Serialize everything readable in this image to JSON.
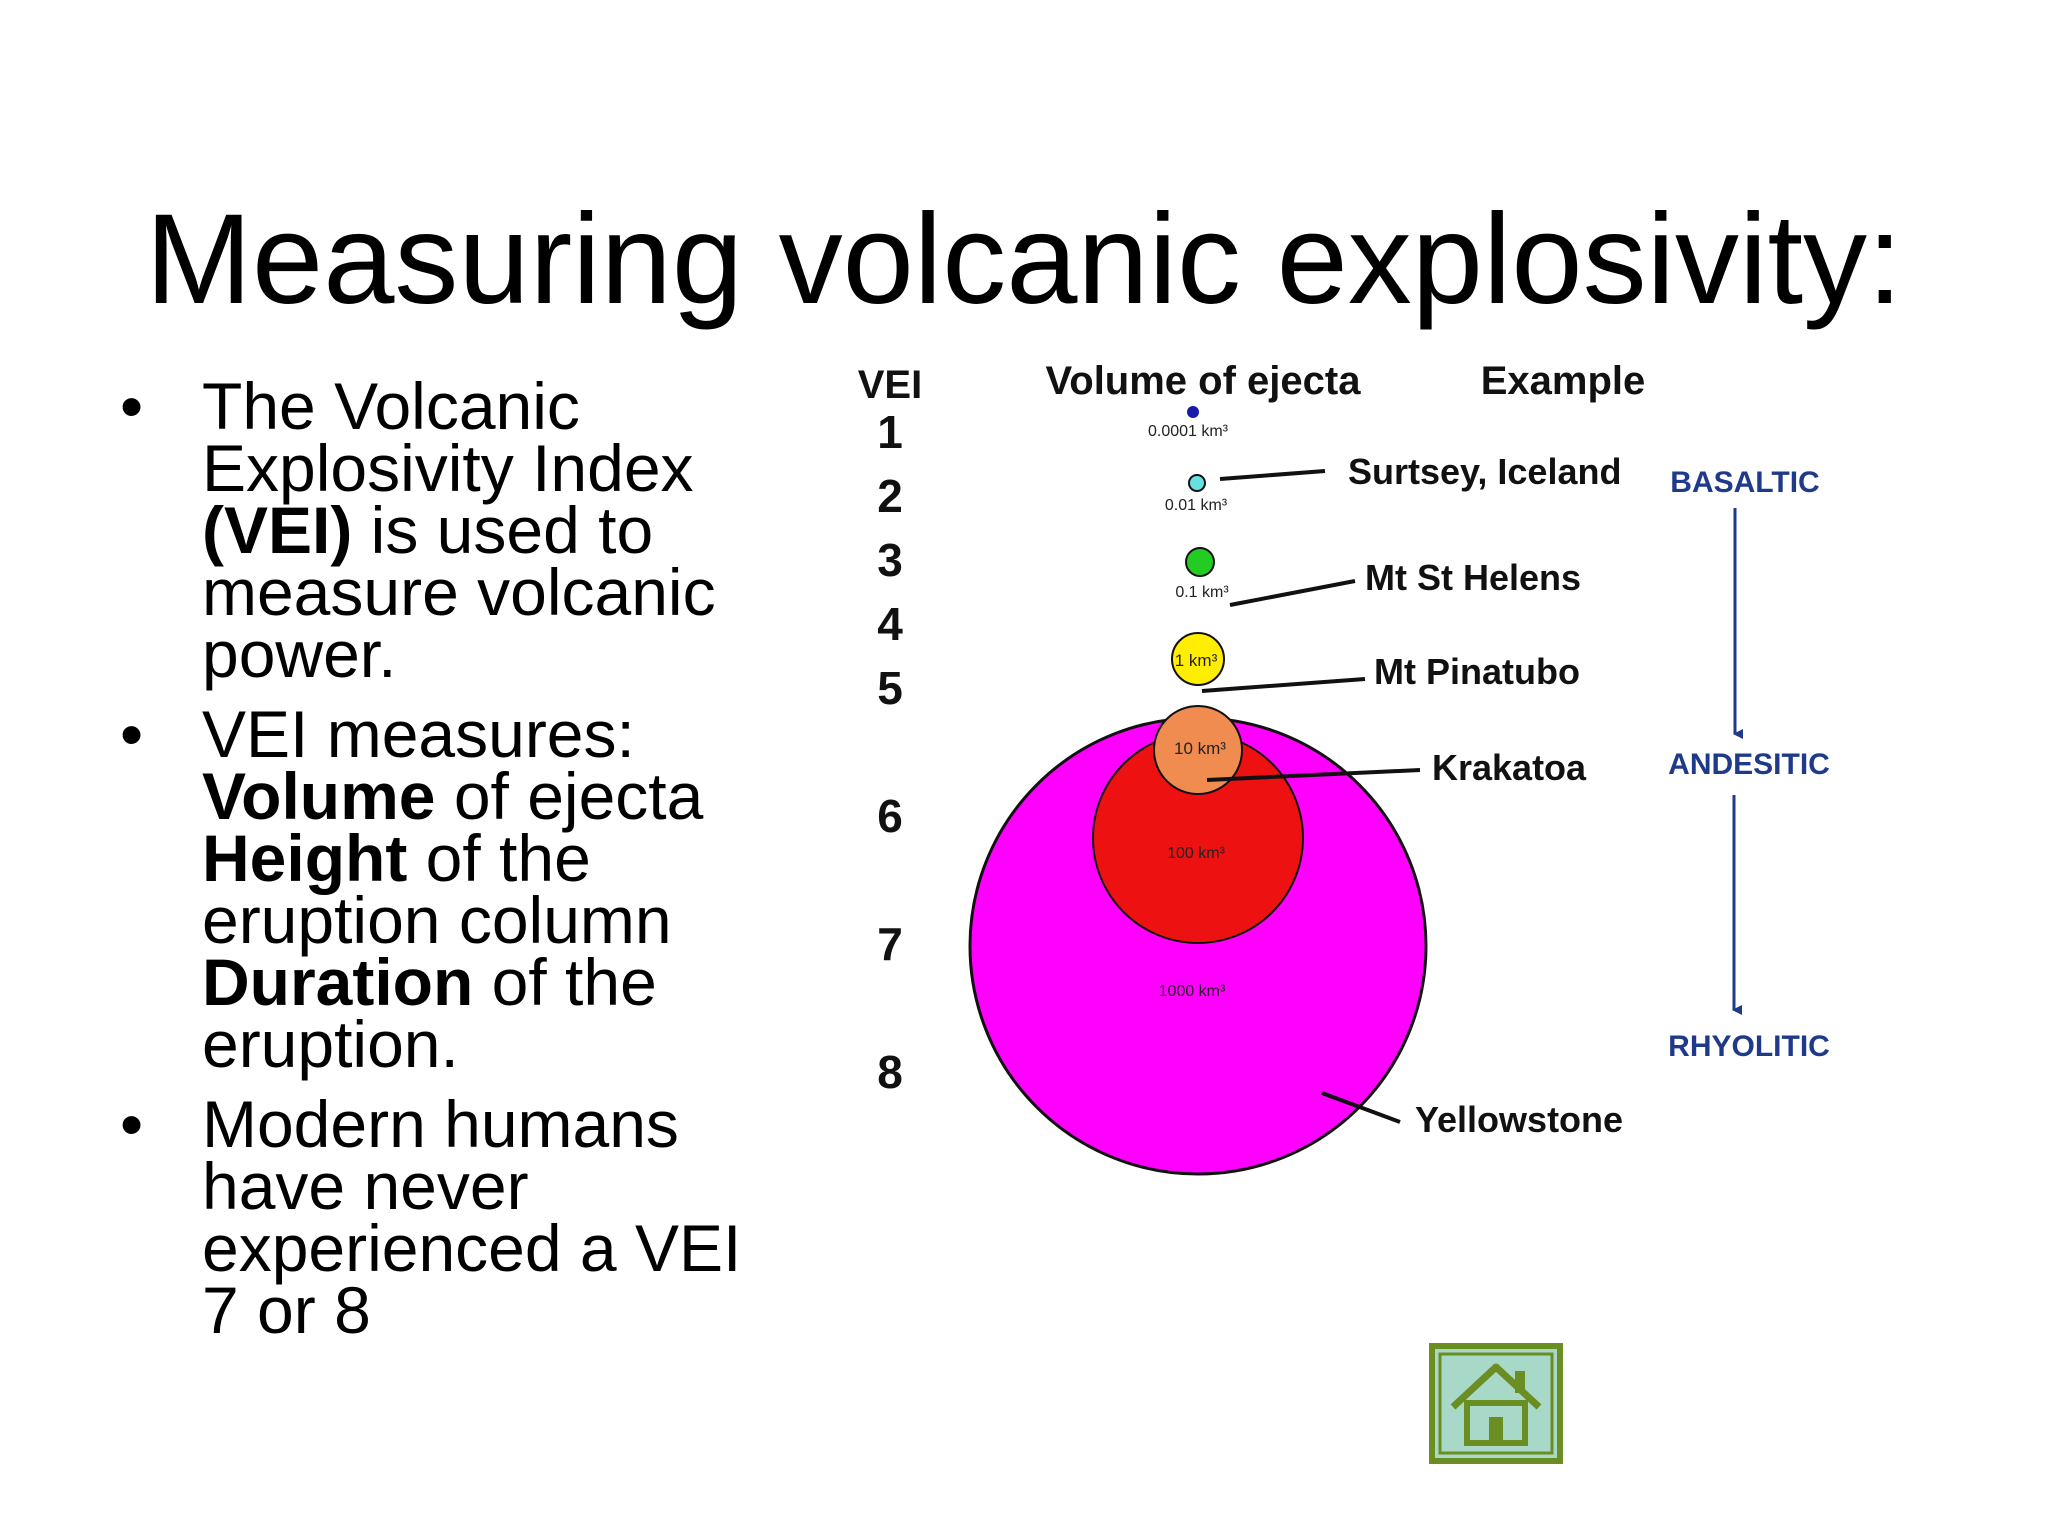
{
  "slide": {
    "title": "Measuring volcanic explosivity:"
  },
  "bullets": [
    {
      "lines": [
        [
          {
            "t": "The Volcanic",
            "b": false
          }
        ],
        [
          {
            "t": "Explosivity Index",
            "b": false
          }
        ],
        [
          {
            "t": "(VEI)",
            "b": true
          },
          {
            "t": " is used to",
            "b": false
          }
        ],
        [
          {
            "t": "measure volcanic",
            "b": false
          }
        ],
        [
          {
            "t": "power.",
            "b": false
          }
        ]
      ]
    },
    {
      "lines": [
        [
          {
            "t": "VEI measures:",
            "b": false
          }
        ],
        [
          {
            "t": "Volume",
            "b": true
          },
          {
            "t": " of ejecta",
            "b": false
          }
        ],
        [
          {
            "t": "Height",
            "b": true
          },
          {
            "t": " of the",
            "b": false
          }
        ],
        [
          {
            "t": "eruption column",
            "b": false
          }
        ],
        [
          {
            "t": "Duration",
            "b": true
          },
          {
            "t": " of the",
            "b": false
          }
        ],
        [
          {
            "t": "eruption.",
            "b": false
          }
        ]
      ]
    },
    {
      "lines": [
        [
          {
            "t": "Modern humans",
            "b": false
          }
        ],
        [
          {
            "t": "have never",
            "b": false
          }
        ],
        [
          {
            "t": "experienced a VEI",
            "b": false
          }
        ],
        [
          {
            "t": "7 or 8",
            "b": false
          }
        ]
      ]
    }
  ],
  "bullet_symbol": "•",
  "diagram": {
    "headers": {
      "vei": "VEI",
      "volume": "Volume of ejecta",
      "example": "Example"
    },
    "vei_levels": [
      "1",
      "2",
      "3",
      "4",
      "5",
      "6",
      "7",
      "8"
    ],
    "volumes": [
      {
        "label": "0.0001 km³",
        "color": "#1a1aa8"
      },
      {
        "label": "0.01 km³",
        "color": "#66e0e0"
      },
      {
        "label": "0.1 km³",
        "color": "#22cc22"
      },
      {
        "label": "1 km³",
        "color": "#ffee00"
      },
      {
        "label": "10 km³",
        "color": "#f08c50"
      },
      {
        "label": "100 km³",
        "color": "#ee1111"
      },
      {
        "label": "1000 km³",
        "color": "#ff00ff"
      }
    ],
    "examples": [
      "Surtsey, Iceland",
      "Mt St Helens",
      "Mt Pinatubo",
      "Krakatoa",
      "Yellowstone"
    ],
    "magma_types": [
      "BASALTIC",
      "ANDESITIC",
      "RHYOLITIC"
    ],
    "magma_color": "#1f3a8a"
  },
  "home_button": {
    "icon": "home-icon",
    "frame_color": "#6b8e23",
    "fill_color": "#a8d8c8"
  }
}
